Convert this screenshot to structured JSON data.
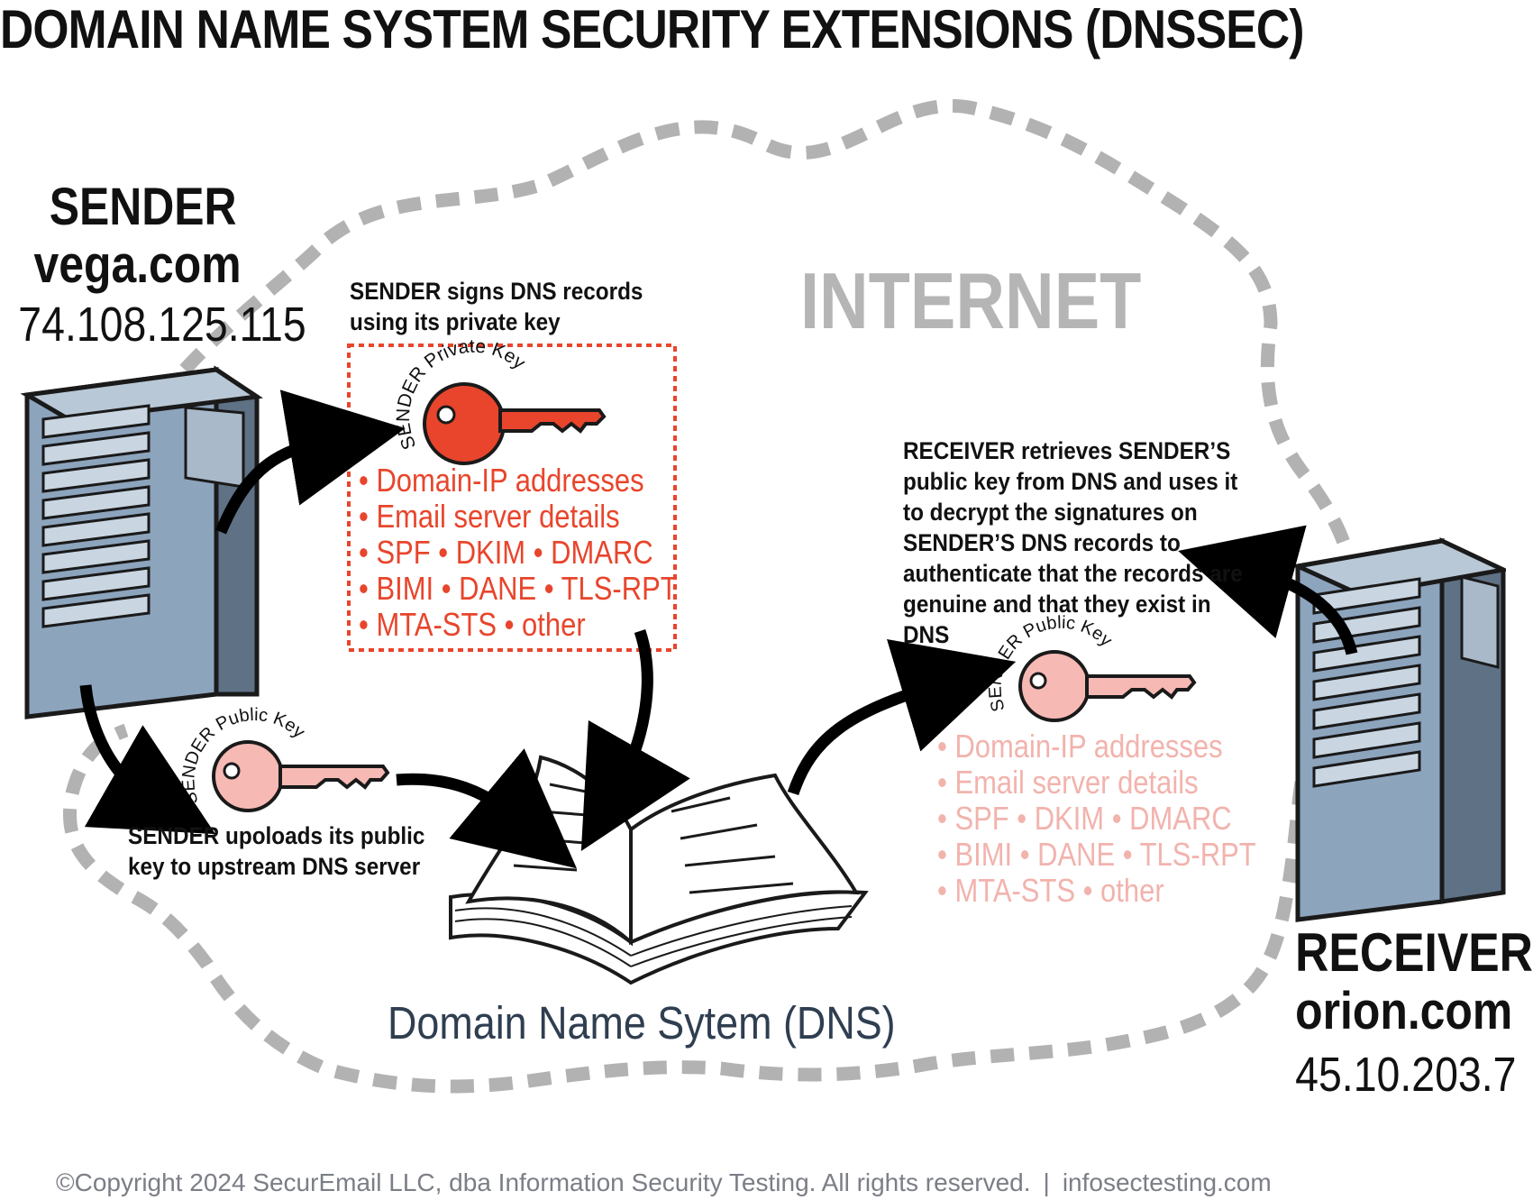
{
  "title": "DOMAIN NAME SYSTEM SECURITY EXTENSIONS (DNSSEC)",
  "internet_label": "INTERNET",
  "sender": {
    "label": "SENDER",
    "domain": "vega.com",
    "ip": "74.108.125.115"
  },
  "receiver": {
    "label": "RECEIVER",
    "domain": "orion.com",
    "ip": "45.10.203.7"
  },
  "keys": {
    "private": {
      "label": "SENDER Private Key",
      "color": "#e8452c"
    },
    "public_sender": {
      "label": "SENDER Public Key",
      "color": "#f6b9b4"
    },
    "public_receiver": {
      "label": "SENDER Public Key",
      "color": "#f6b9b4"
    }
  },
  "captions": {
    "sign": "SENDER signs DNS records using its private key",
    "upload": "SENDER upoloads its public key to upstream DNS server",
    "retrieve": "RECEIVER retrieves SENDER’S public key from DNS and uses it to decrypt the signatures on SENDER’S DNS records to authenticate that the records are genuine and that they exist in DNS"
  },
  "records_signed": [
    "Domain-IP addresses",
    "Email server details",
    "SPF • DKIM • DMARC",
    "BIMI • DANE • TLS-RPT",
    "MTA-STS • other"
  ],
  "records_verified": [
    "Domain-IP addresses",
    "Email server details",
    "SPF • DKIM • DMARC",
    "BIMI • DANE • TLS-RPT",
    "MTA-STS • other"
  ],
  "dns_label": "Domain Name Sytem (DNS)",
  "footer": {
    "copyright": "©Copyright 2024 SecurEmail LLC, dba Information Security Testing. All rights reserved.",
    "separator": "|",
    "site": "infosectesting.com"
  },
  "colors": {
    "signed_list": "#e8452c",
    "verified_list": "#f2b3ad",
    "cloud_dashes": "#b2b2b2",
    "server_front": "#8da4bd",
    "server_side": "#5f7185",
    "dns_label": "#2f3e50"
  },
  "icons": [
    "server-icon",
    "key-icon",
    "book-icon",
    "arrow-icon",
    "cloud-outline"
  ]
}
